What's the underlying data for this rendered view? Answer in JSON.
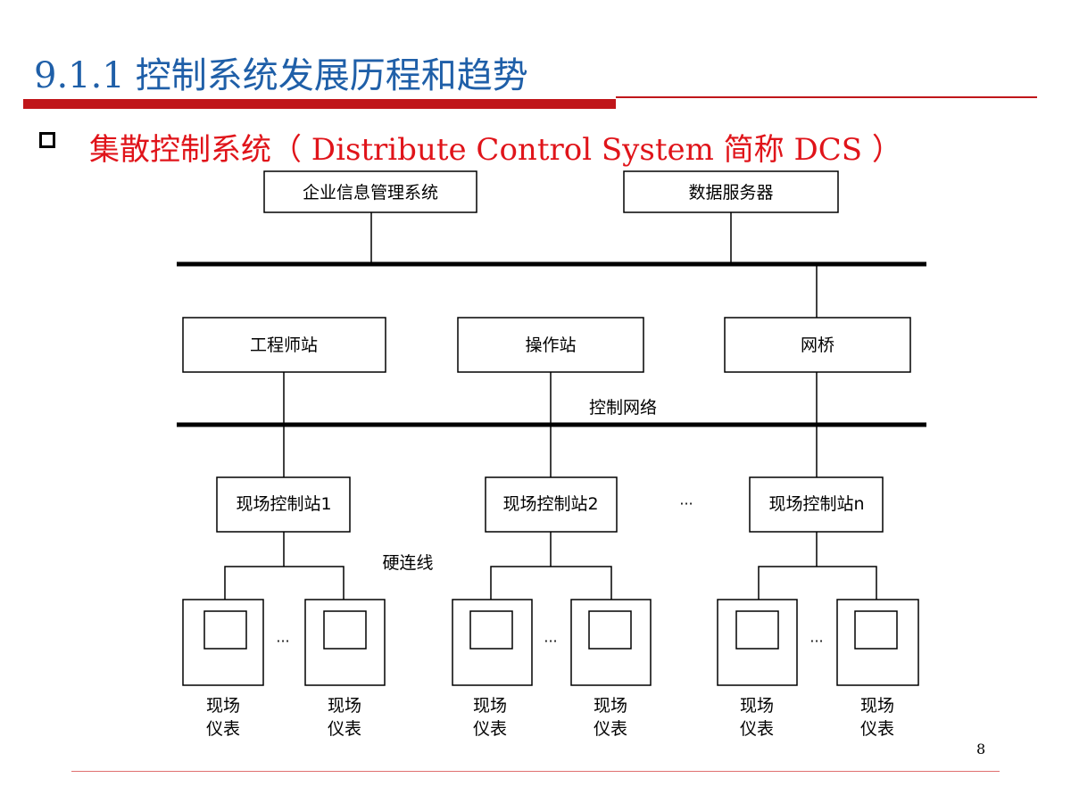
{
  "slide": {
    "section_number": "9.1.1",
    "title": "控制系统发展历程和趋势",
    "subtitle": "集散控制系统（ Distribute Control System 简称 DCS ）",
    "page_number": "8",
    "title_color": "#1f5fa8",
    "accent_color": "#c0161a",
    "subtitle_color": "#e0141a"
  },
  "diagram": {
    "top_boxes": {
      "enterprise_system": "企业信息管理系统",
      "data_server": "数据服务器"
    },
    "stations": {
      "engineer_station": "工程师站",
      "operator_station": "操作站",
      "bridge": "网桥"
    },
    "network_label": "控制网络",
    "field_stations": {
      "station_1": "现场控制站1",
      "station_2": "现场控制站2",
      "station_n": "现场控制站n",
      "ellipsis": "···"
    },
    "hardwire_label": "硬连线",
    "instrument": {
      "line1": "现场",
      "line2": "仪表",
      "ellipsis": "···"
    }
  }
}
